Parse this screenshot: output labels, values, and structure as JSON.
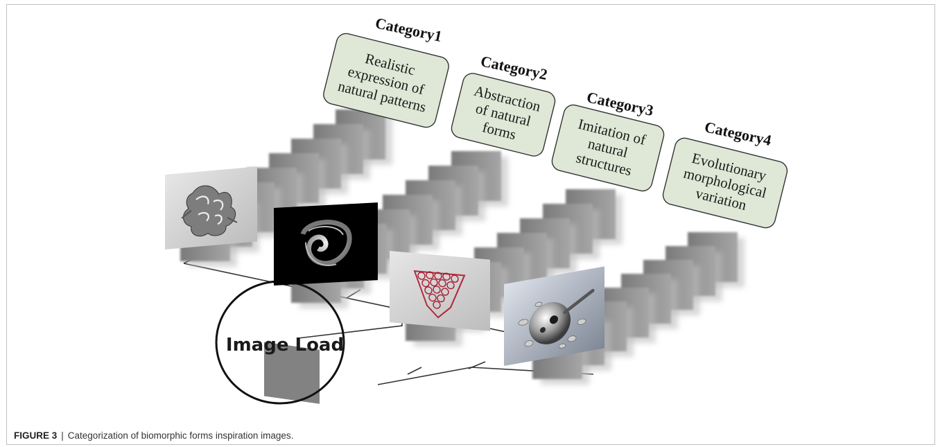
{
  "figure": {
    "label": "FIGURE 3",
    "separator": "|",
    "caption": "Categorization of biomorphic forms inspiration images."
  },
  "image_load": {
    "label": "Image Load"
  },
  "categories": [
    {
      "title": "Category1",
      "lines": [
        "Realistic",
        "expression of",
        "natural patterns"
      ]
    },
    {
      "title": "Category2",
      "lines": [
        "Abstraction",
        "of natural",
        "forms"
      ]
    },
    {
      "title": "Category3",
      "lines": [
        "Imitation of",
        "natural",
        "structures"
      ]
    },
    {
      "title": "Category4",
      "lines": [
        "Evolutionary",
        "morphological",
        "variation"
      ]
    }
  ],
  "thumbnails": [
    {
      "icon": "ruffled-sculpture-thumbnail"
    },
    {
      "icon": "spiral-shell-thumbnail"
    },
    {
      "icon": "voronoi-lattice-vase-thumbnail"
    },
    {
      "icon": "spherical-robot-thumbnail"
    }
  ],
  "colors": {
    "box_fill": "#dfe8d6",
    "box_stroke": "#333333",
    "layer_fill": "#8c8c8c",
    "line": "#333333"
  }
}
